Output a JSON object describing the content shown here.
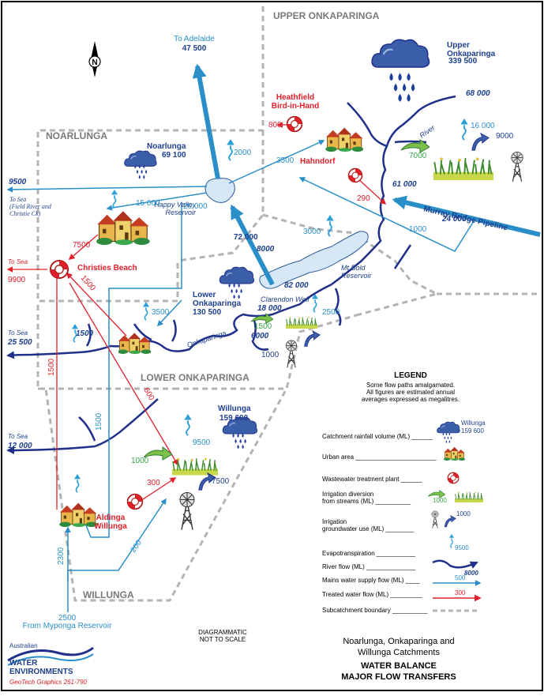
{
  "colors": {
    "river": "#1f2f8a",
    "mains": "#2a8fc8",
    "treated": "#e0202a",
    "region_text": "#7a7a7a",
    "subcatchment": "#b3b3b3",
    "irrigation_green": "#3aa84a",
    "label_blue": "#1e3f8f"
  },
  "regions": {
    "upper": "UPPER ONKAPARINGA",
    "noarlunga": "NOARLUNGA",
    "lower": "LOWER ONKAPARINGA",
    "willunga": "WILLUNGA"
  },
  "north_symbol": "N",
  "catchments": {
    "upper": {
      "name": "Upper\nOnkaparinga",
      "value": "339 500"
    },
    "noarlunga": {
      "name": "Noarlunga",
      "value": "69 100"
    },
    "lower": {
      "name": "Lower\nOnkaparinga",
      "value": "130 500"
    },
    "willunga": {
      "name": "Willunga",
      "value": "159 600"
    }
  },
  "places": {
    "heathfield": "Heathfield\nBird-in-Hand",
    "hahndorf": "Hahndorf",
    "christies": "Christies Beach",
    "aldinga": "Aldinga\nWillunga",
    "happy_valley": "Happy Valley\nReservoir",
    "mt_bold": "Mt Bold\nReservoir",
    "clarendon": "Clarendon Weir",
    "river_upper": "River",
    "river_onk": "Onkaparinga",
    "pipeline": "Murray Bridge Pipeline",
    "to_adelaide": "To Adelaide",
    "from_myponga": "From Myponga Reservoir",
    "to_sea_fr": "To Sea\n(Field River and\nChristie Ck)",
    "to_sea": "To Sea"
  },
  "values": {
    "adelaide": "47 500",
    "upper_river_in": "68 000",
    "upper_et": "16 000",
    "upper_gw": "9000",
    "upper_irr": "7000",
    "upper_river": "61 000",
    "heathfield_ww": "800",
    "hahndorf_ww": "290",
    "hv_to_heathfield": "3500",
    "pipeline_in": "24 000",
    "pipeline_branch": "1000",
    "mt_bold_et": "3000",
    "to_hv": "72 000",
    "clarendon_in": "8000",
    "clarendon_val": "82 000",
    "clarendon_out": "18 000",
    "noar_et": "2000",
    "hv_to_mains": "20 000",
    "noar_sea": "9500",
    "noar_et2": "15 000",
    "christies_in": "7500",
    "christies_sea": "9900",
    "christies_urban": "1500",
    "lower_mains": "3500",
    "lower_et_river": "1500",
    "lower_sea": "25 500",
    "lower_irr": "1500",
    "lower_et": "2500",
    "lower_river_gw": "6000",
    "lower_gw": "1000",
    "treated_1500": "1500",
    "treated_600": "600",
    "mains_1500": "1500",
    "will_sea": "12 000",
    "will_irr": "1000",
    "will_et": "9500",
    "will_gw": "7500",
    "aldinga_ww": "300",
    "mains_200": "200",
    "myponga_2300": "2300",
    "myponga": "2500"
  },
  "legend": {
    "title": "LEGEND",
    "note": "Some flow paths amalgamated.\nAll figures are estimated annual\naverages expressed as megalitres.",
    "sample_name": "Willunga",
    "sample_value": "159 600",
    "items": {
      "rainfall": "Catchment rainfall volume (ML) ______",
      "urban": "Urban area _______________________",
      "wwtp": "Wastewater treatment plant ______",
      "irrigation": "Irrigation diversion\nfrom streams (ML) __________",
      "groundwater": "Irrigation\ngroundwater use (ML) ________",
      "evapo": "Evapotranspiration ___________",
      "river": "River flow (ML) ______________",
      "mains": "Mains water supply flow (ML) ____",
      "treated": "Treated water flow (ML) _________",
      "boundary": "Subcatchment boundary __________"
    },
    "sample_irr": "1000",
    "sample_gw": "1000",
    "sample_et": "9500",
    "sample_river": "8000",
    "sample_mains": "500",
    "sample_treated": "300"
  },
  "diagrammatic": "DIAGRAMMATIC\nNOT TO SCALE",
  "footer": {
    "line1": "Noarlunga, Onkaparinga and",
    "line2": "Willunga Catchments",
    "line3": "WATER BALANCE",
    "line4": "MAJOR FLOW TRANSFERS"
  },
  "logo": {
    "top": "Australian",
    "mid": "WATER",
    "bottom": "ENVIRONMENTS",
    "credit": "GeoTech Graphics 261-790"
  }
}
